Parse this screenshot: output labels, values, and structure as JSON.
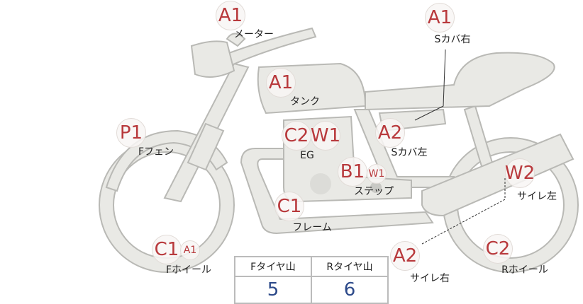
{
  "markers": [
    {
      "code": "A1",
      "label": "メーター"
    },
    {
      "code": "A1",
      "label": "Sカバ右"
    },
    {
      "code": "A1",
      "label": "タンク"
    },
    {
      "code": "P1",
      "label": "Fフェン"
    },
    {
      "code": "C2",
      "code2": "W1",
      "label": "EG"
    },
    {
      "code": "A2",
      "label": "Sカバ左"
    },
    {
      "code": "B1",
      "code2": "W1",
      "label": "ステップ"
    },
    {
      "code": "W2",
      "label": "サイレ左"
    },
    {
      "code": "C1",
      "label": "フレーム"
    },
    {
      "code": "C1",
      "code2": "A1",
      "label": "Fホイール"
    },
    {
      "code": "A2",
      "label": "サイレ右"
    },
    {
      "code": "C2",
      "label": "Rホイール"
    }
  ],
  "tire_table": {
    "headers": [
      "Fタイヤ山",
      "Rタイヤ山"
    ],
    "values": [
      "5",
      "6"
    ]
  },
  "colors": {
    "code": "#b8393c",
    "value": "#2d4a8a",
    "bike_fill": "#e9e9e5",
    "bike_stroke": "#b9b9b5"
  }
}
